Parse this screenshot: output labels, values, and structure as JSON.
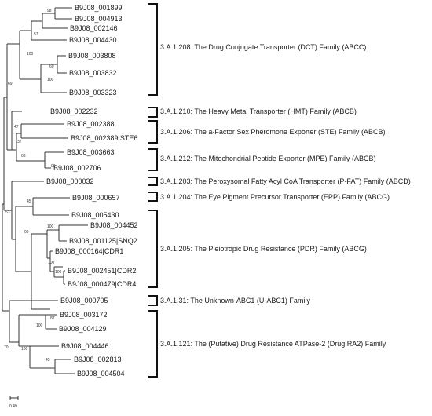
{
  "leaves": [
    "B9J08_001899",
    "B9J08_004913",
    "B9J08_002146",
    "B9J08_004430",
    "B9J08_003808",
    "B9J08_003832",
    "B9J08_003323",
    "B9J08_002232",
    "B9J08_002388",
    "B9J08_002389|STE6",
    "B9J08_003663",
    "B9J08_002706",
    "B9J08_000032",
    "B9J08_000657",
    "B9J08_005430",
    "B9J08_004452",
    "B9J08_001125|SNQ2",
    "B9J08_000164|CDR1",
    "B9J08_002451|CDR2",
    "B9J08_000479|CDR4",
    "B9J08_000705",
    "B9J08_003172",
    "B9J08_004129",
    "B9J08_004446",
    "B9J08_002813",
    "B9J08_004504"
  ],
  "bootstrap": [
    "98",
    "57",
    "100",
    "100",
    "60",
    "69",
    "47",
    "37",
    "63",
    "99",
    "53",
    "45",
    "99",
    "100",
    "100",
    "100",
    "87",
    "100",
    "100",
    "45",
    "70"
  ],
  "families": [
    "3.A.1.208: The Drug Conjugate Transporter (DCT) Family (ABCC)",
    "3.A.1.210: The Heavy Metal Transporter (HMT) Family (ABCB)",
    "3.A.1.206: The a-Factor Sex Pheromone Exporter (STE) Family (ABCB)",
    "3.A.1.212: The Mitochondrial Peptide Exporter (MPE) Family (ABCB)",
    "3.A.1.203: The Peroxysomal Fatty Acyl CoA Transporter (P-FAT) Family (ABCD)",
    "3.A.1.204: The Eye Pigment Precursor Transporter (EPP) Family (ABCG)",
    "3.A.1.205: The Pleiotropic Drug Resistance (PDR) Family (ABCG)",
    "3.A.1.31: The Unknown-ABC1 (U-ABC1) Family",
    "3.A.1.121: The (Putative) Drug Resistance ATPase-2 (Drug RA2) Family"
  ],
  "scale_label": "0.49"
}
